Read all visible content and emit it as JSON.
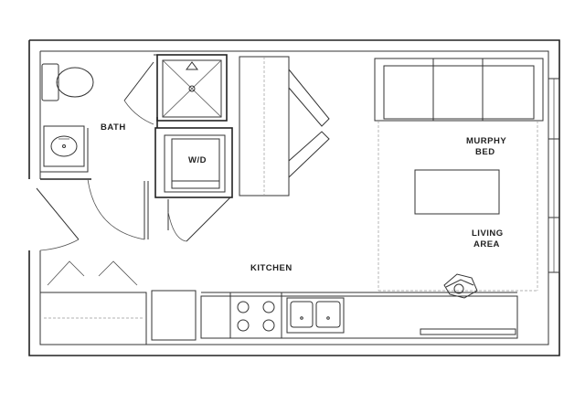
{
  "rooms": {
    "bath": "BATH",
    "wd": "W/D",
    "murphy_line1": "MURPHY",
    "murphy_line2": "BED",
    "living_line1": "LIVING",
    "living_line2": "AREA",
    "kitchen": "KITCHEN"
  }
}
